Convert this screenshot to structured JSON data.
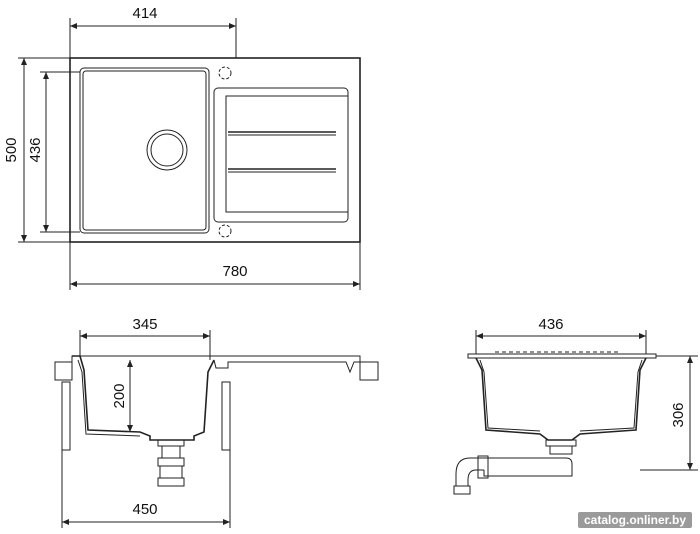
{
  "dimensions": {
    "top_width_bowl": "414",
    "total_depth": "500",
    "bowl_depth": "436",
    "total_width": "780",
    "bowl_width_side": "345",
    "bowl_height": "200",
    "cabinet_width": "450",
    "front_width": "436",
    "front_height": "306"
  },
  "watermark": "catalog.onliner.by",
  "colors": {
    "line": "#222222",
    "watermark_bg": "#9a9a9a"
  }
}
